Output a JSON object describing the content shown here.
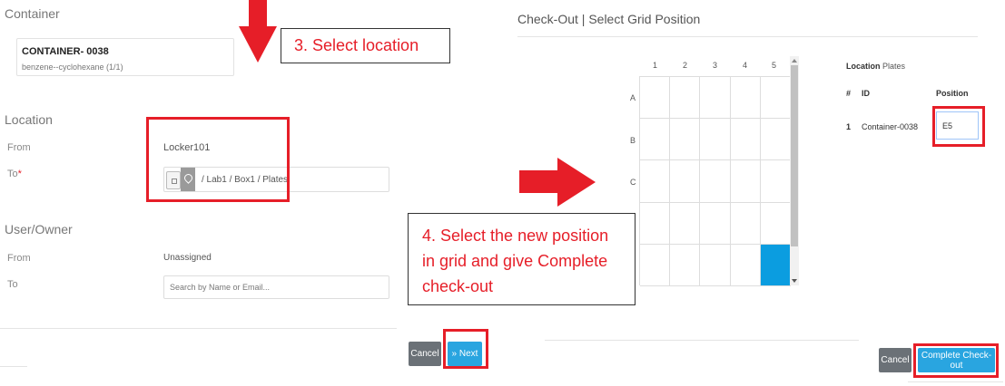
{
  "left_panel": {
    "container_title": "Container",
    "container_card": {
      "name": "CONTAINER- 0038",
      "subtitle": "benzene--cyclohexane (1/1)"
    },
    "location_title": "Location",
    "from_label": "From",
    "from_value": "Locker101",
    "to_label": "To",
    "required_mark": "*",
    "to_path": "/ Lab1 / Box1 / Plates",
    "owner_title": "User/Owner",
    "owner_from_label": "From",
    "owner_from_value": "Unassigned",
    "owner_to_label": "To",
    "owner_search_placeholder": "Search by Name or Email...",
    "cancel_label": "Cancel",
    "next_label": "» Next"
  },
  "right_panel": {
    "title": "Check-Out | Select Grid Position",
    "grid": {
      "columns": [
        "1",
        "2",
        "3",
        "4",
        "5"
      ],
      "rows": [
        "A",
        "B",
        "C",
        "",
        ""
      ],
      "selected": "E5"
    },
    "location_label": "Location",
    "location_value": "Plates",
    "table_headers": {
      "index": "#",
      "id": "ID",
      "position": "Position"
    },
    "row": {
      "index": "1",
      "id": "Container-0038",
      "position": "E5"
    },
    "cancel_label": "Cancel",
    "complete_label": "Complete Check-out"
  },
  "annotations": {
    "step3": "3. Select location",
    "step4": "4. Select the new position in grid and give Complete check-out"
  },
  "colors": {
    "highlight_red": "#e61e28",
    "primary_blue": "#29a5e0",
    "selected_cell": "#0b9de0",
    "cancel_gray": "#6b7177"
  }
}
